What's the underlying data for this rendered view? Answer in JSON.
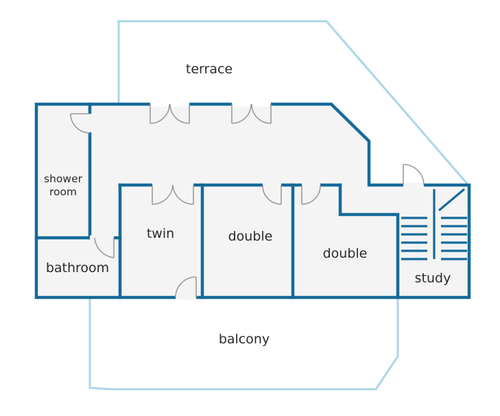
{
  "rooms": {
    "terrace": "terrace",
    "shower_room_line1": "shower",
    "shower_room_line2": "room",
    "bathroom": "bathroom",
    "twin": "twin",
    "double_1": "double",
    "double_2": "double",
    "study": "study",
    "balcony": "balcony"
  },
  "colors": {
    "wall": "#156a99",
    "outer_outline": "#a9d6e8",
    "room_fill": "#f4f4f4",
    "door": "#9a9a9a",
    "text": "#2a2a2a"
  }
}
